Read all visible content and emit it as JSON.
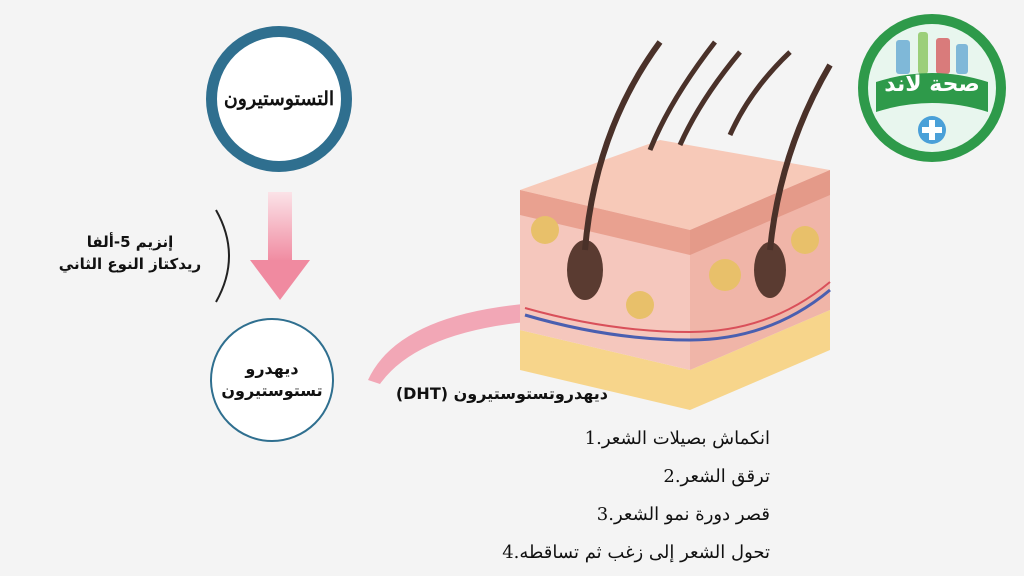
{
  "testosterone": {
    "label": "التستوستيرون"
  },
  "enzyme": {
    "line1": "إنزيم 5-ألفا",
    "line2": "ريدكتاز النوع الثاني"
  },
  "dht_circle": {
    "line1": "ديهدرو",
    "line2": "تستوستيرون"
  },
  "dht_label": "ديهدروتستوستيرون (DHT)",
  "effects": [
    "انكماش بصيلات الشعر.1",
    "ترقق الشعر.2",
    "قصر دورة نمو الشعر.3",
    "تحول الشعر إلى زغب ثم تساقطه.4"
  ],
  "logo": {
    "text": "صحة لاند"
  },
  "colors": {
    "ring": "#2f6f8f",
    "arrow": "#f2a7b6",
    "logo_green": "#2e9a4a",
    "skin_top": "#f3b9a8",
    "fat": "#f7d58b",
    "hair": "#4a3129"
  },
  "icons": [
    "down-arrow-icon",
    "curved-arrow-icon",
    "skin-hair-illustration",
    "medical-logo-icon"
  ]
}
